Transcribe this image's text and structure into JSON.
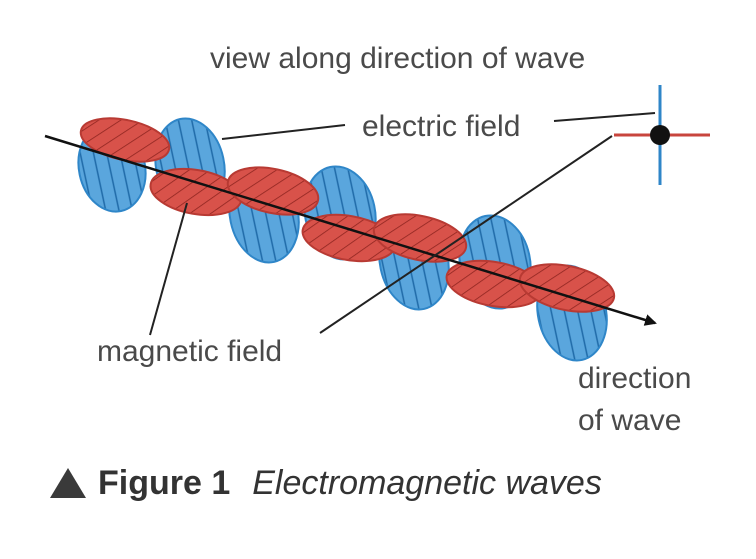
{
  "labels": {
    "view_along": "view along direction of wave",
    "electric_field": "electric field",
    "magnetic_field": "magnetic field",
    "direction_line1": "direction",
    "direction_line2": "of wave"
  },
  "caption": {
    "number": "Figure 1",
    "title": "Electromagnetic waves"
  },
  "colors": {
    "electric": "#5aa6dd",
    "electric_stroke": "#2f86c8",
    "magnetic": "#d8524a",
    "magnetic_stroke": "#b83a33",
    "axis": "#111111",
    "text": "#4a4a4a"
  }
}
